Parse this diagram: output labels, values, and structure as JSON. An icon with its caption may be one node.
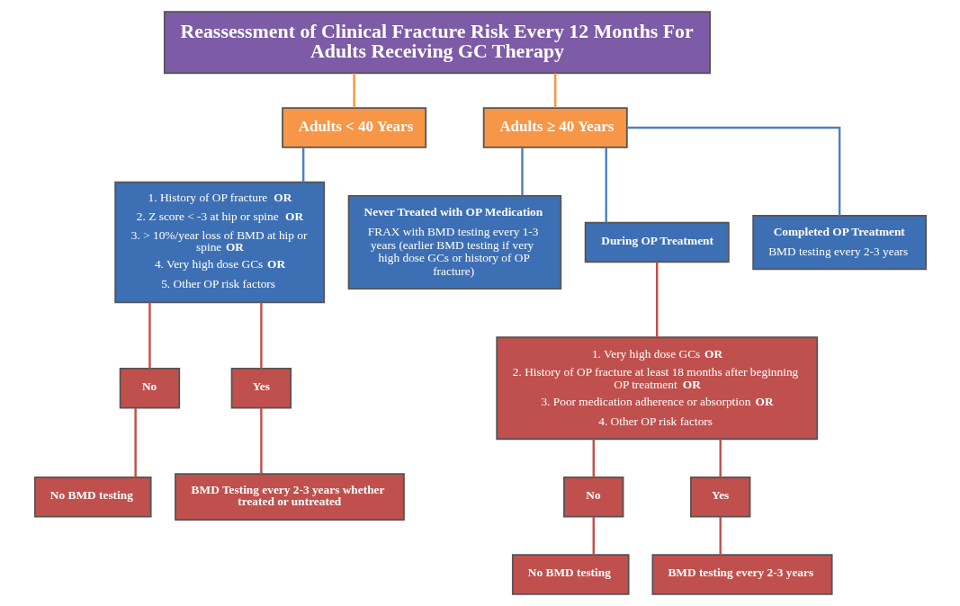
{
  "diagram": {
    "nodes": [
      {
        "text": [
          "Reassessment of Clinical Fracture Risk Every 12 Months For Adults Receiving GC Therapy"
        ]
      },
      {
        "text": [
          "Adults < 40 Years"
        ]
      },
      {
        "text": [
          "Adults ≥ 40 Years"
        ]
      },
      {
        "text": [
          "1. History of OP fracture **OR**",
          "2. Z score < -3 at hip or spine **OR**",
          "3. > 10%/year loss of BMD at hip or spine **OR**",
          "4. Very high dose GCs **OR**",
          "5. Other OP risk factors"
        ]
      },
      {
        "text": [
          "Never Treated with OP Medication",
          "FRAX with BMD testing every 1-3 years (earlier BMD testing if very high dose GCs or history of OP fracture)"
        ]
      },
      {
        "text": [
          "During OP Treatment"
        ]
      },
      {
        "text": [
          "Completed OP Treatment",
          "BMD testing every 2-3 years"
        ]
      },
      {
        "text": [
          "No"
        ]
      },
      {
        "text": [
          "Yes"
        ]
      },
      {
        "text": [
          "No BMD testing"
        ]
      },
      {
        "text": [
          "BMD Testing every 2-3 years whether treated or untreated"
        ]
      },
      {
        "text": [
          "1. Very high dose GCs **OR**",
          "2. History of OP fracture at least 18 months after beginning OP treatment **OR**",
          "3. Poor medication adherence or absorption **OR**",
          "4. Other OP risk factors"
        ]
      },
      {
        "text": [
          "No"
        ]
      },
      {
        "text": [
          "Yes"
        ]
      },
      {
        "text": [
          "No BMD testing"
        ]
      },
      {
        "text": [
          "BMD testing every 2-3 years"
        ]
      }
    ],
    "edges": [
      {
        "from": 0,
        "to": 1,
        "arrow": "none",
        "color": "#f79646"
      },
      {
        "from": 0,
        "to": 2,
        "arrow": "none",
        "color": "#f79646"
      },
      {
        "from": 1,
        "to": 3,
        "arrow": "none",
        "color": "#4f81bd"
      },
      {
        "from": 2,
        "to": 4,
        "arrow": "none",
        "color": "#4f81bd"
      },
      {
        "from": 2,
        "to": 5,
        "arrow": "none",
        "color": "#4f81bd"
      },
      {
        "from": 2,
        "to": 6,
        "arrow": "none",
        "color": "#4f81bd"
      },
      {
        "from": 3,
        "to": 7,
        "arrow": "none"
      },
      {
        "from": 3,
        "to": 8,
        "arrow": "none"
      },
      {
        "from": 7,
        "to": 9,
        "arrow": "none"
      },
      {
        "from": 8,
        "to": 10,
        "arrow": "none"
      },
      {
        "from": 5,
        "to": 11,
        "arrow": "none"
      },
      {
        "from": 11,
        "to": 12,
        "arrow": "none"
      },
      {
        "from": 11,
        "to": 13,
        "arrow": "none"
      },
      {
        "from": 12,
        "to": 14,
        "arrow": "none"
      },
      {
        "from": 13,
        "to": 15,
        "arrow": "none"
      }
    ]
  }
}
